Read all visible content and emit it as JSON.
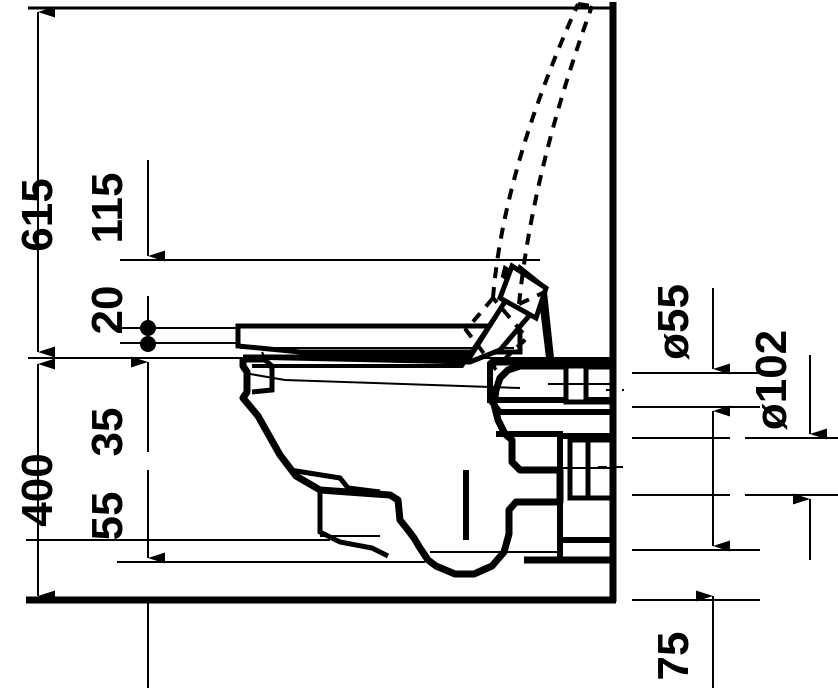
{
  "drawing": {
    "title": "Wall-hung toilet technical section drawing",
    "units": "mm",
    "line_color": "#000000",
    "background_color": "#ffffff"
  },
  "dimensions": {
    "left": [
      {
        "id": "d-615",
        "label": "615",
        "orientation": "vertical-rotated"
      },
      {
        "id": "d-400",
        "label": "400",
        "orientation": "vertical-rotated"
      },
      {
        "id": "d-115",
        "label": "115",
        "orientation": "vertical-rotated"
      },
      {
        "id": "d-20",
        "label": "20",
        "orientation": "vertical-rotated"
      },
      {
        "id": "d-35",
        "label": "35",
        "orientation": "vertical-rotated"
      },
      {
        "id": "d-55",
        "label": "55",
        "orientation": "vertical-rotated"
      }
    ],
    "right": [
      {
        "id": "d-dia55",
        "label": "ø55",
        "orientation": "vertical-rotated"
      },
      {
        "id": "d-dia102",
        "label": "ø102",
        "orientation": "vertical-rotated"
      },
      {
        "id": "d-75",
        "label": "75",
        "orientation": "vertical-rotated"
      }
    ]
  }
}
